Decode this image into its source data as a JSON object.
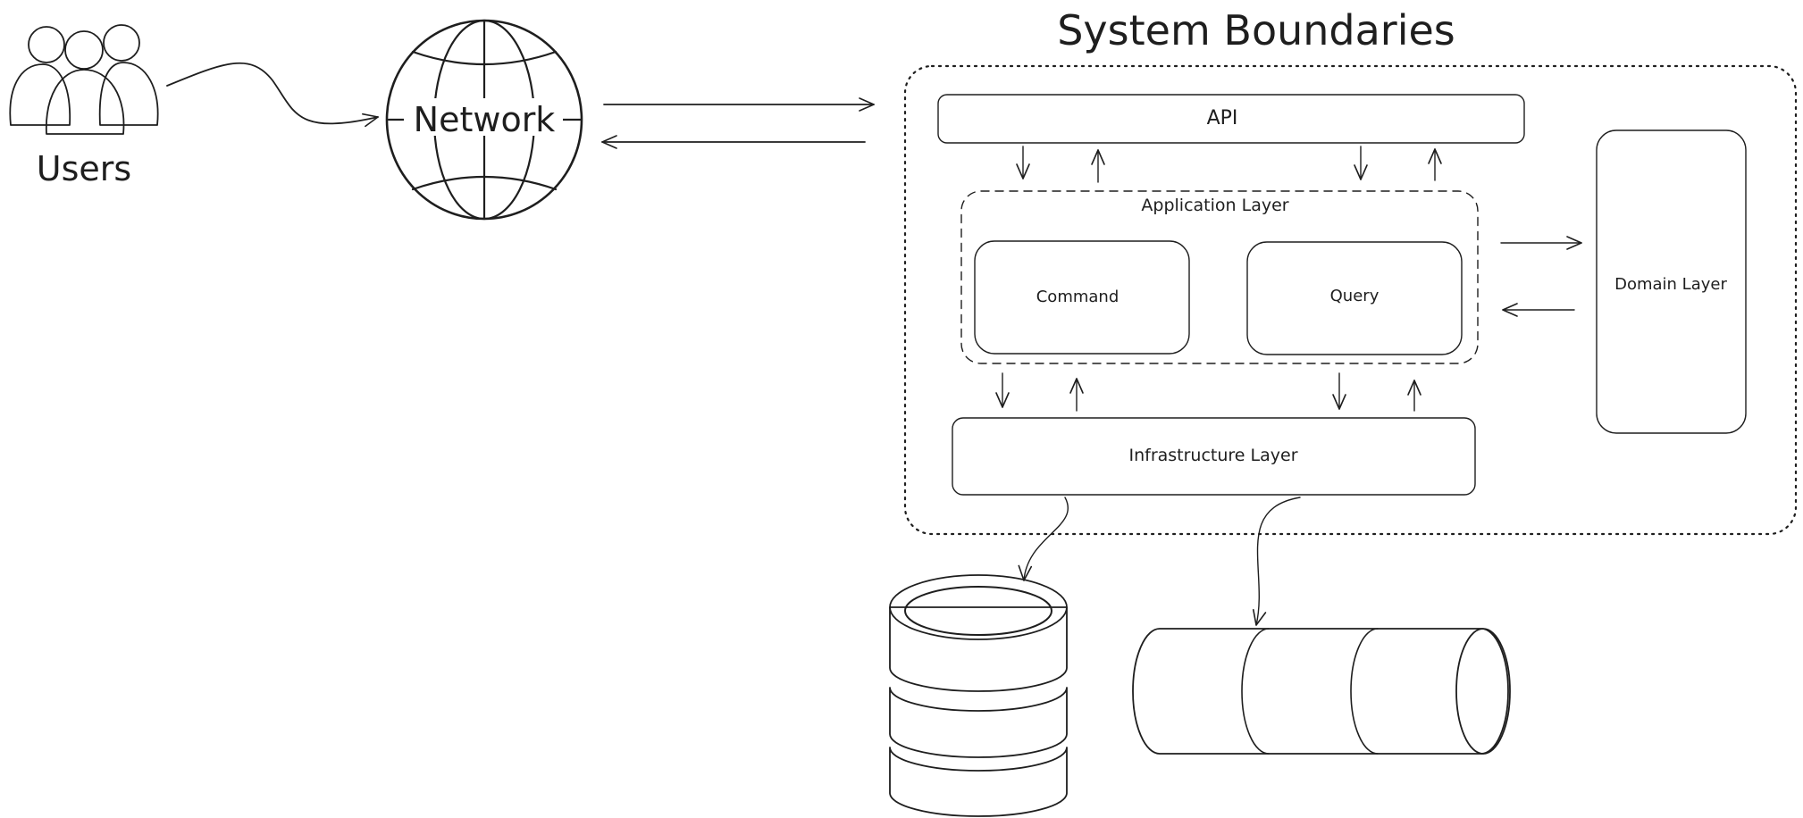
{
  "diagram": {
    "title": "System Boundaries",
    "actors": {
      "users_label": "Users",
      "network_label": "Network"
    },
    "boundary": {
      "api_label": "API",
      "application_layer_label": "Application Layer",
      "command_label": "Command",
      "query_label": "Query",
      "infrastructure_label": "Infrastructure Layer",
      "domain_label": "Domain Layer"
    },
    "storage": {
      "database_icon": "database-icon",
      "queue_icon": "message-queue-icon"
    },
    "colors": {
      "ink": "#1e1e1e",
      "hatch": "#6b6b6b",
      "queue_end_fill": "#868e96",
      "users_fill": "#e9ecef"
    }
  }
}
